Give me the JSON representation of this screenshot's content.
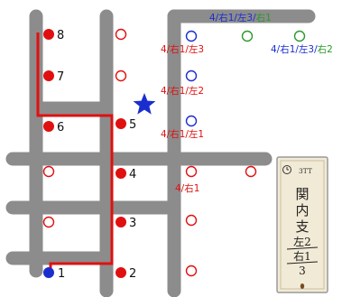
{
  "colors": {
    "road": "#8c8c8c",
    "route": "#e01010",
    "marker_red": "#e01010",
    "marker_blue": "#1a2ed0",
    "marker_green": "#2a9a2a",
    "star": "#1a2ed0",
    "plaque_bg": "#f1ead6",
    "plaque_border": "#999999"
  },
  "stops": [
    {
      "id": "1",
      "label": "1",
      "color": "blue",
      "filled": true
    },
    {
      "id": "2",
      "label": "2",
      "color": "red",
      "filled": true
    },
    {
      "id": "3",
      "label": "3",
      "color": "red",
      "filled": true
    },
    {
      "id": "4",
      "label": "4",
      "color": "red",
      "filled": true
    },
    {
      "id": "5",
      "label": "5",
      "color": "red",
      "filled": true
    },
    {
      "id": "6",
      "label": "6",
      "color": "red",
      "filled": true
    },
    {
      "id": "7",
      "label": "7",
      "color": "red",
      "filled": true
    },
    {
      "id": "8",
      "label": "8",
      "color": "red",
      "filled": true
    }
  ],
  "annotations": {
    "top": {
      "prefix": "4/右1/左3/",
      "suffix": "右1"
    },
    "upper_right": {
      "prefix": "4/右1/左3/",
      "suffix": "右2"
    },
    "left_3": "4/右1/左3",
    "left_2": "4/右1/左2",
    "left_1": "4/右1/左1",
    "right_1": "4/右1"
  },
  "start_marker": "star",
  "plaque": {
    "icon": "clock-icon",
    "header": "3TT",
    "title": [
      "関",
      "内",
      "支"
    ],
    "lines": [
      "左2",
      "右1",
      "3"
    ]
  }
}
